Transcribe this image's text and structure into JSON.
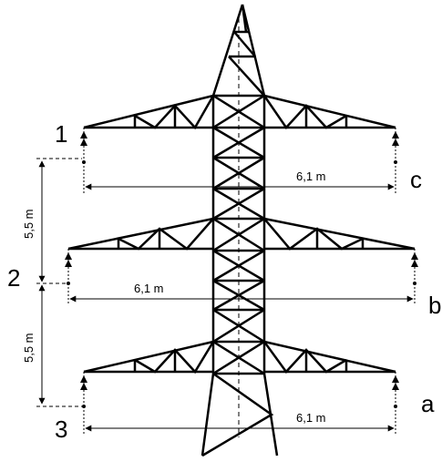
{
  "labels": {
    "arm1": "1",
    "arm2": "2",
    "arm3": "3",
    "phase_c": "c",
    "phase_b": "b",
    "phase_a": "a"
  },
  "dimensions": {
    "span_top": "6,1 m",
    "span_middle": "6,1 m",
    "span_bottom": "6,1 m",
    "vertical_upper": "5,5 m",
    "vertical_lower": "5,5 m"
  },
  "colors": {
    "line": "#000000",
    "background": "#ffffff"
  }
}
